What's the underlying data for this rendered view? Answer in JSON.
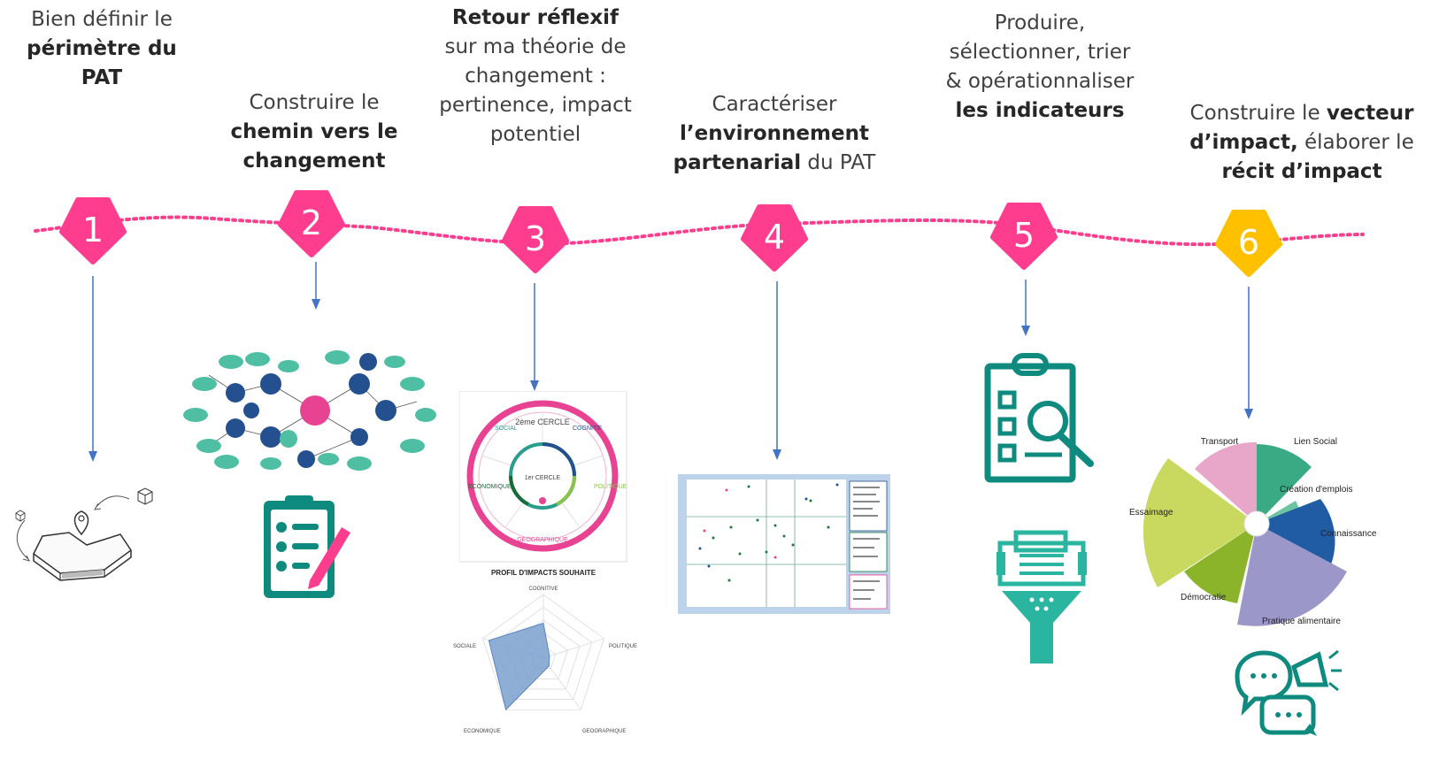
{
  "steps": [
    {
      "number": "1",
      "color": "#ff3d8f",
      "lines": [
        {
          "normal": "Bien définir le"
        },
        {
          "bold": "périmètre du PAT"
        }
      ]
    },
    {
      "number": "2",
      "color": "#ff3d8f",
      "lines": [
        {
          "normal": "Construire le"
        },
        {
          "bold": "chemin vers le"
        },
        {
          "bold": "changement"
        }
      ]
    },
    {
      "number": "3",
      "color": "#ff3d8f",
      "lines": [
        {
          "bold": "Retour réflexif"
        },
        {
          "normal": "sur ma théorie de"
        },
        {
          "normal": "changement :"
        },
        {
          "normal": "pertinence, impact"
        },
        {
          "normal": "potentiel"
        }
      ]
    },
    {
      "number": "4",
      "color": "#ff3d8f",
      "lines": [
        {
          "normal": "Caractériser"
        },
        {
          "bold": "l’environnement"
        },
        {
          "bold": "partenarial",
          "normal": " du PAT"
        }
      ]
    },
    {
      "number": "5",
      "color": "#ff3d8f",
      "lines": [
        {
          "normal": "Produire,"
        },
        {
          "normal": "sélectionner, trier"
        },
        {
          "normal": "& opérationnaliser"
        },
        {
          "bold": "les indicateurs"
        }
      ]
    },
    {
      "number": "6",
      "color": "#ffc000",
      "lines": [
        {
          "normal": "Construire le ",
          "bold": "vecteur"
        },
        {
          "bold": "d’impact,",
          "normal": " élaborer le"
        },
        {
          "bold": "récit d’impact"
        }
      ]
    }
  ],
  "circle_diagram": {
    "outer_label": "2ème CERCLE",
    "inner_label": "1er CERCLE",
    "sectors": [
      "SOCIAL",
      "COGNITIF",
      "POLITIQUE",
      "GEOGRAPHIQUE",
      "ECONOMIQUE"
    ]
  },
  "radar": {
    "title": "PROFIL D'IMPACTS SOUHAITE",
    "axes": [
      "COGNITIVE",
      "POLITIQUE",
      "GEOGRAPHIQUE",
      "ECONOMIQUE",
      "SOCIALE"
    ],
    "values": [
      0.55,
      0.1,
      0.15,
      1.0,
      0.9
    ]
  },
  "impact_vector": {
    "labels": [
      "Transport",
      "Lien Social",
      "Création d'emplois",
      "Connaissance",
      "Pratique alimentaire",
      "Démocratie",
      "Essaimage"
    ]
  },
  "colors": {
    "pink": "#ff3d8f",
    "yellow": "#ffc000",
    "teal": "#0f8a7e",
    "arrow": "#4472c4",
    "mindmap_leaf": "#4fbfa4",
    "mindmap_node": "#24508f",
    "mindmap_center": "#e84393"
  }
}
